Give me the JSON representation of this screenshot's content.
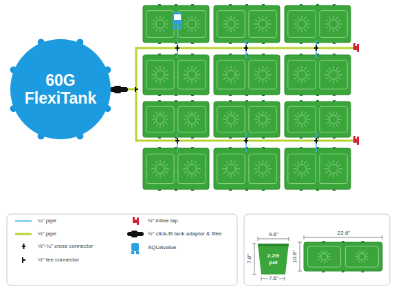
{
  "diagram": {
    "nodes": [
      {
        "text": [
          "60G FlexiTank"
        ]
      },
      {
        "text": [
          "2.2G pot"
        ]
      }
    ],
    "labels": [
      "9.6\"",
      "7.8\"",
      "7.6\"",
      "22.6\"",
      "10.8\""
    ],
    "legend": [
      {
        "text": "¼\" pipe"
      },
      {
        "text": "½\" pipe"
      },
      {
        "text": "½\"-¼\" cross connector"
      },
      {
        "text": "½\" tee connector"
      },
      {
        "text": "½\" inline tap"
      },
      {
        "text": "½\" click-fit tank adaptor & filter"
      },
      {
        "text": "AQUAvalve"
      }
    ]
  }
}
